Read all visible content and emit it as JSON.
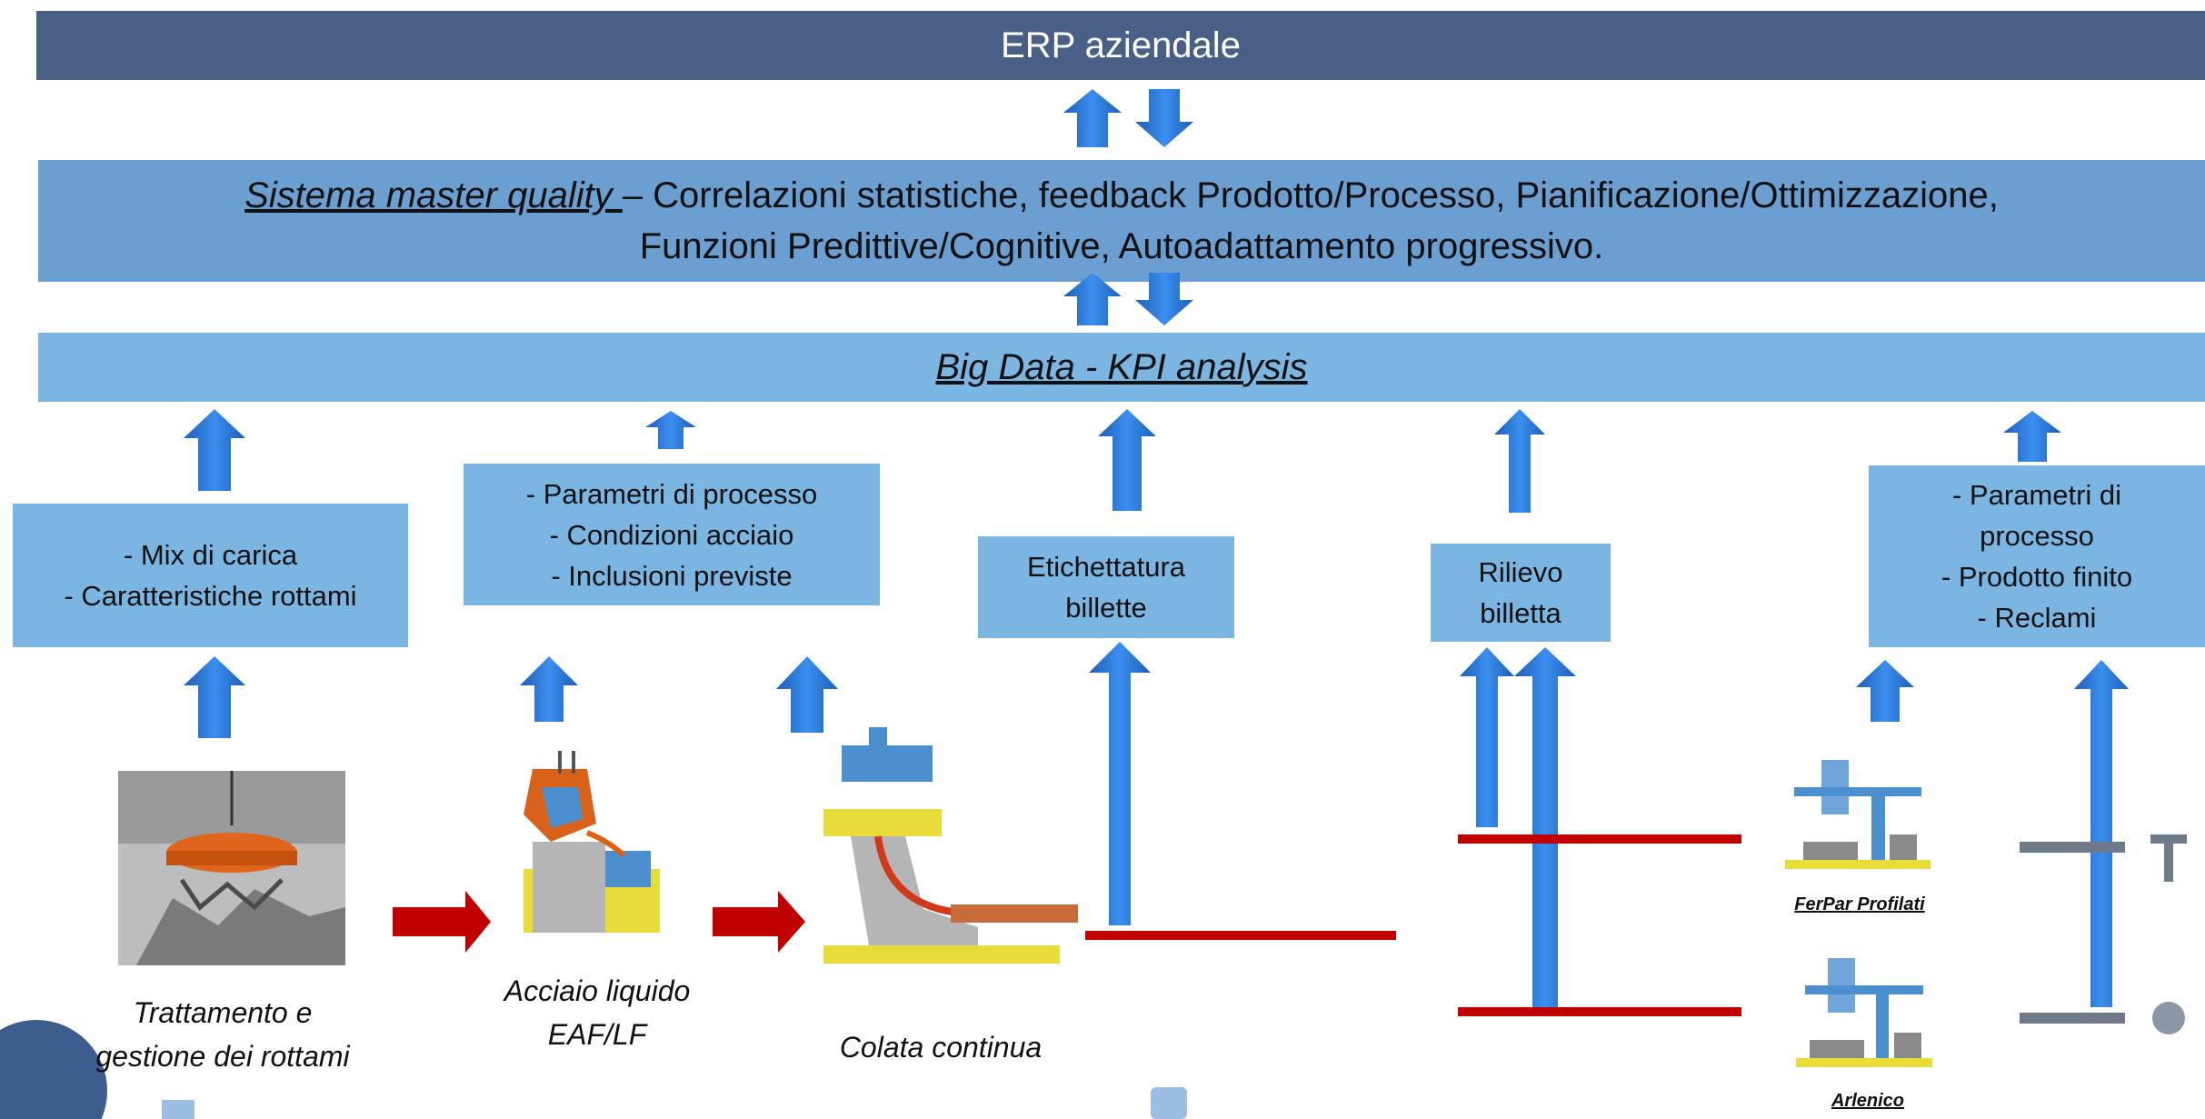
{
  "header": {
    "title": "ERP aziendale"
  },
  "master": {
    "title": "Sistema master quality ",
    "line1_rest": "– Correlazioni statistiche, feedback Prodotto/Processo, Pianificazione/Ottimizzazione,",
    "line2": "Funzioni Predittive/Cognitive, Autoadattamento progressivo."
  },
  "bigdata": {
    "title": "Big Data - KPI analysis"
  },
  "boxes": [
    {
      "text": "- Mix di carica\n- Caratteristiche rottami"
    },
    {
      "text": "- Parametri di processo\n- Condizioni acciaio\n- Inclusioni previste"
    },
    {
      "text": "Etichettatura\nbillette"
    },
    {
      "text": "Rilievo\nbilletta"
    },
    {
      "text": "- Parametri di\nprocesso\n- Prodotto finito\n- Reclami"
    }
  ],
  "captions": {
    "scrap": "Trattamento e\ngestione dei rottami",
    "steel": "Acciaio liquido\nEAF/LF",
    "casting": "Colata continua",
    "ferpar": "FerPar Profilati",
    "arlenico": "Arlenico"
  },
  "colors": {
    "arrow_blue": "#1f6fd1",
    "flow_red": "#c00000",
    "erp_bar": "#4a5f86",
    "master_bar": "#6b9fd1",
    "box_fill": "#7bb6e2"
  }
}
